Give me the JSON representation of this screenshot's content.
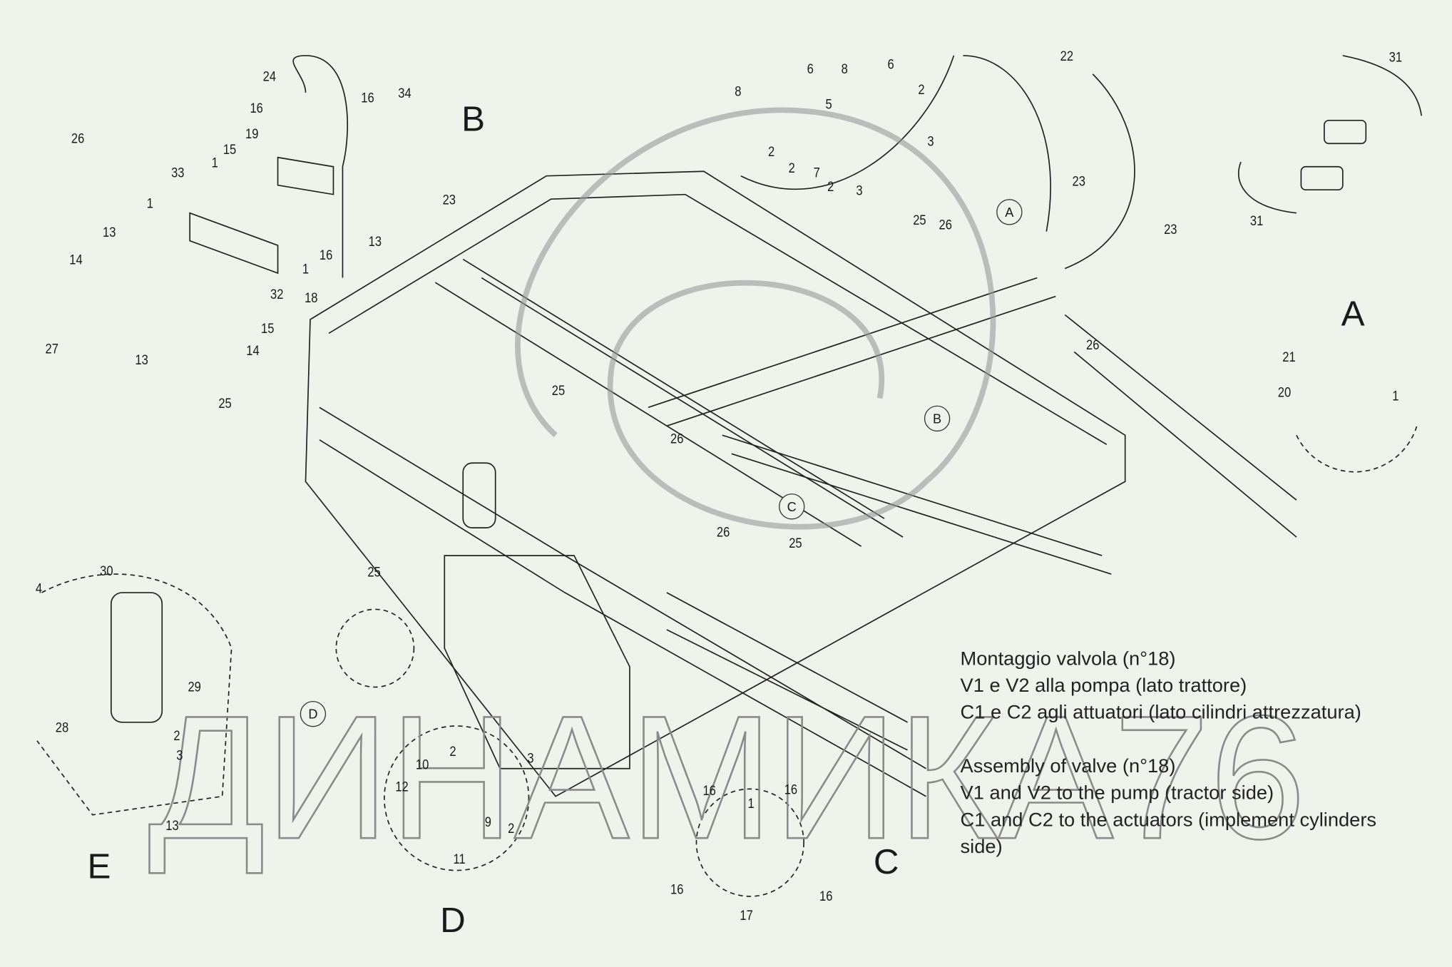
{
  "watermark": "ДИНАМИКА76",
  "sections": {
    "A": "A",
    "B": "B",
    "C": "C",
    "D": "D",
    "E": "E"
  },
  "detail_markers": [
    "A",
    "B",
    "C",
    "D"
  ],
  "notes": {
    "it": [
      "Montaggio valvola (n°18)",
      "V1 e V2 alla pompa (lato trattore)",
      "C1 e C2 agli attuatori (lato cilindri attrezzatura)"
    ],
    "en": [
      "Assembly of valve (n°18)",
      "V1 and V2 to the pump (tractor side)",
      "C1 and C2 to the actuators (implement cylinders",
      "side)"
    ]
  },
  "callouts": [
    "24",
    "16",
    "19",
    "15",
    "33",
    "1",
    "1",
    "26",
    "13",
    "14",
    "27",
    "13",
    "25",
    "14",
    "15",
    "32",
    "18",
    "1",
    "16",
    "13",
    "16",
    "34",
    "23",
    "8",
    "6",
    "8",
    "6",
    "5",
    "2",
    "2",
    "2",
    "7",
    "2",
    "3",
    "3",
    "22",
    "23",
    "23",
    "31",
    "31",
    "25",
    "26",
    "26",
    "21",
    "20",
    "1",
    "25",
    "26",
    "26",
    "25",
    "25",
    "4",
    "30",
    "29",
    "28",
    "2",
    "3",
    "13",
    "10",
    "2",
    "3",
    "12",
    "2",
    "9",
    "11",
    "16",
    "1",
    "16",
    "16",
    "17",
    "16"
  ]
}
